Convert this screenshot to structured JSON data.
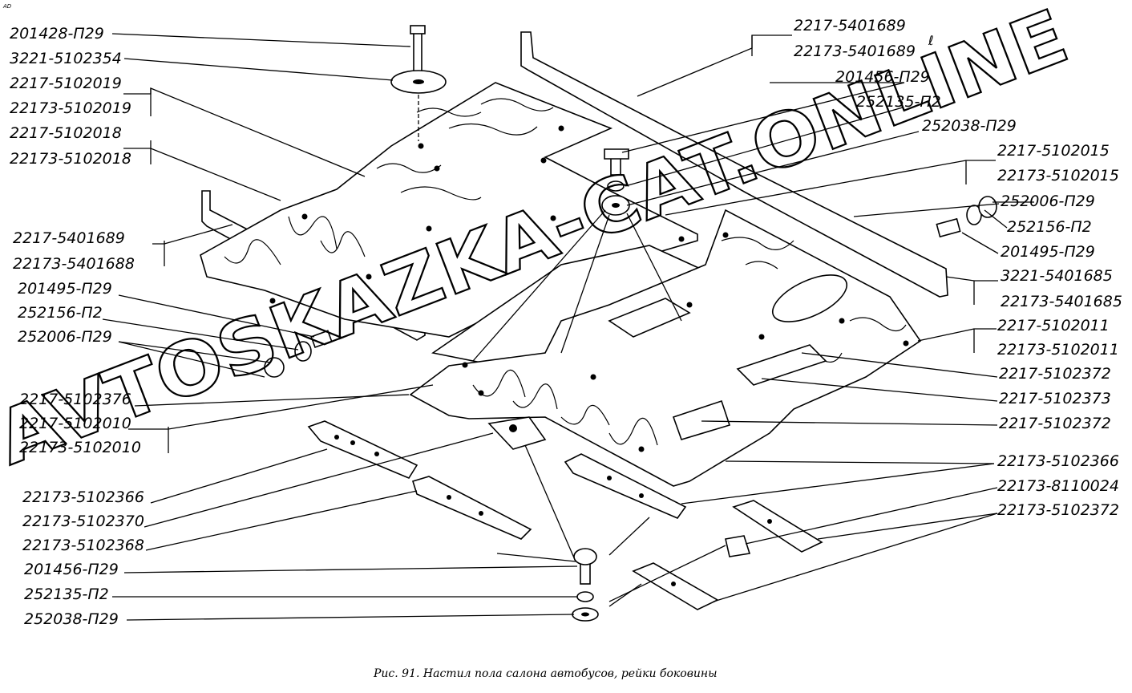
{
  "caption": "Рис. 91. Настил пола салона автобусов, рейки боковины",
  "corner_mark": "АD",
  "watermark": "AVTOSKAZKA-CAT.ONLINE",
  "labels_left": [
    "201428-П29",
    "3221-5102354",
    "2217-5102019",
    "22173-5102019",
    "2217-5102018",
    "22173-5102018",
    "2217-5401689",
    "22173-5401688",
    "201495-П29",
    "252156-П2",
    "252006-П29",
    "2217-5102376",
    "2217-5102010",
    "22173-5102010",
    "22173-5102366",
    "22173-5102370",
    "22173-5102368",
    "201456-П29",
    "252135-П2",
    "252038-П29"
  ],
  "labels_right": [
    "2217-5401689",
    "22173-5401689",
    "201456-П29",
    "252135-П2",
    "252038-П29",
    "2217-5102015",
    "22173-5102015",
    "252006-П29",
    "252156-П2",
    "201495-П29",
    "3221-5401685",
    "22173-5401685",
    "2217-5102011",
    "22173-5102011",
    "2217-5102372",
    "2217-5102373",
    "2217-5102372",
    "22173-5102366",
    "22173-8110024",
    "22173-5102372"
  ],
  "small_mark": "ℓ"
}
